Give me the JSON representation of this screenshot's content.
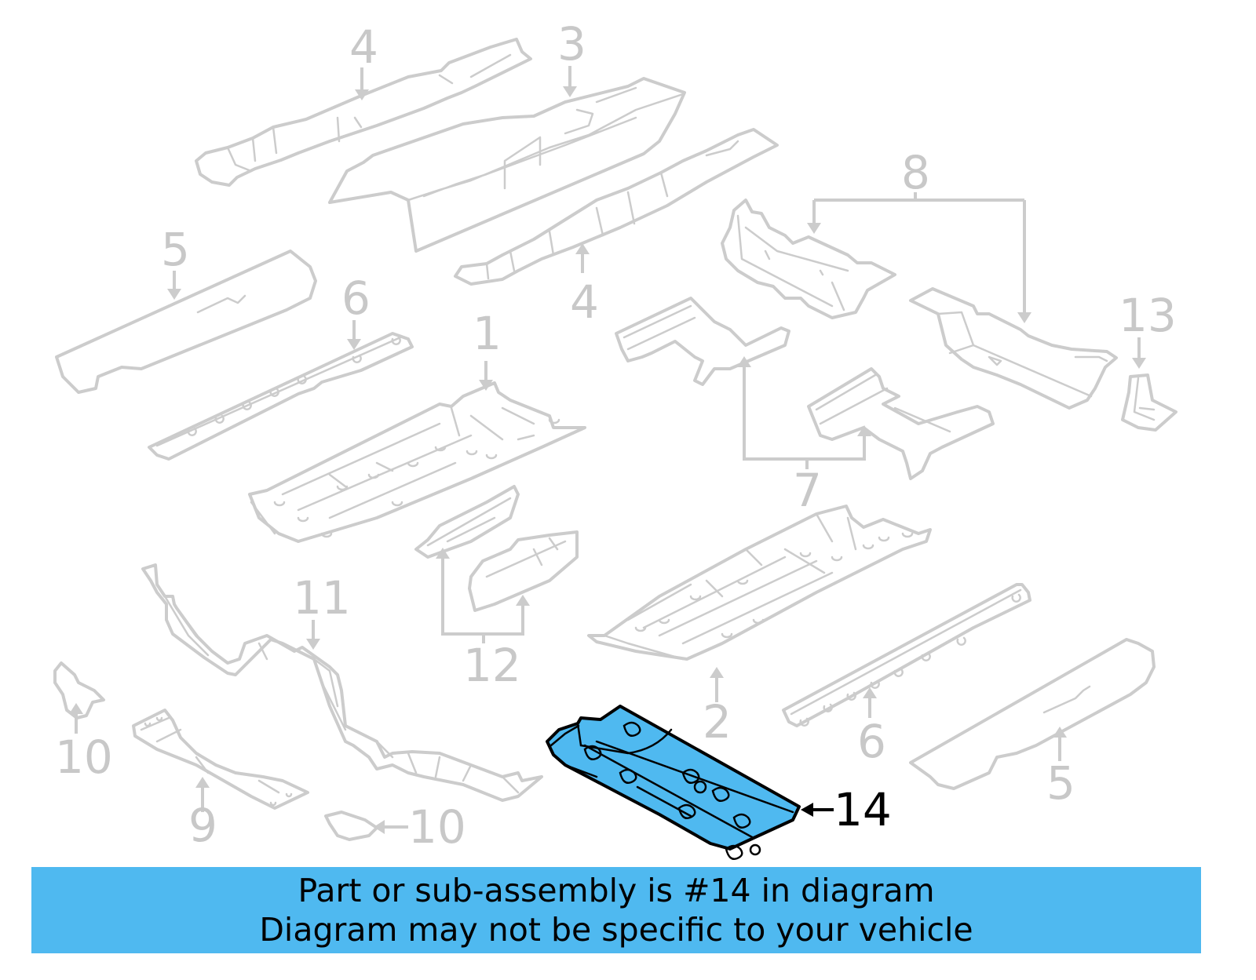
{
  "diagram": {
    "title": "Floor pan / frame parts diagram",
    "highlighted_part": "14",
    "colors": {
      "part_line": "#cccccc",
      "callout_text": "#c8c8c8",
      "highlight_fill": "#4fb9f0",
      "highlight_outline": "#000000",
      "banner_background": "#4fb9f0"
    },
    "callouts": {
      "c4_top": "4",
      "c3": "3",
      "c5_left": "5",
      "c4_mid": "4",
      "c8": "8",
      "c6_left": "6",
      "c1": "1",
      "c13": "13",
      "c7": "7",
      "c11": "11",
      "c12": "12",
      "c2": "2",
      "c10_left": "10",
      "c6_right": "6",
      "c5_right": "5",
      "c9": "9",
      "c10_bottom": "10",
      "c14": "14"
    }
  },
  "banner": {
    "line1": "Part or sub-assembly is #14 in diagram",
    "line2": "Diagram may not be specific to your vehicle"
  }
}
